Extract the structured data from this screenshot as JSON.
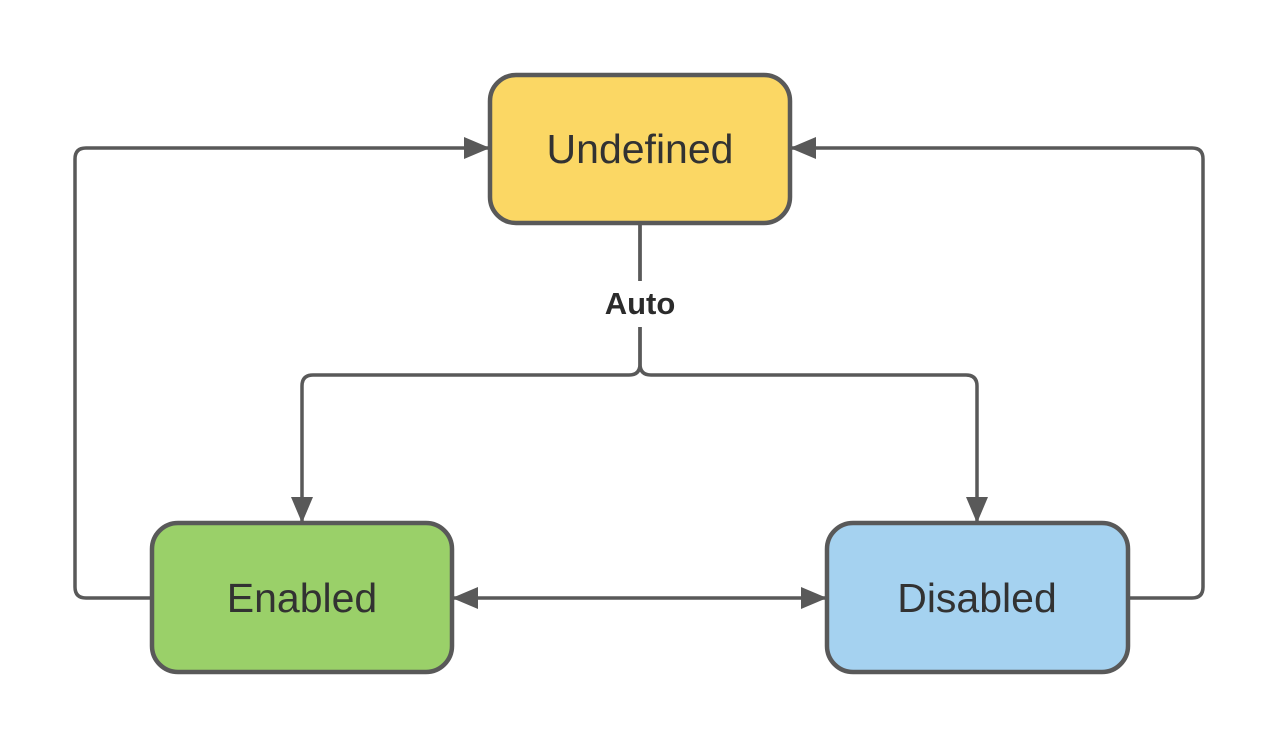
{
  "diagram": {
    "type": "state-diagram",
    "background_color": "#ffffff",
    "connector_color": "#595959",
    "label_text_color": "#323232",
    "auto_label": "Auto",
    "nodes": {
      "undefined": {
        "label": "Undefined",
        "fill": "#FBD764",
        "position": "top-center"
      },
      "enabled": {
        "label": "Enabled",
        "fill": "#9AD069",
        "position": "bottom-left"
      },
      "disabled": {
        "label": "Disabled",
        "fill": "#A5D2F0",
        "position": "bottom-right"
      }
    },
    "edges": [
      {
        "from": "Undefined",
        "to": "Enabled",
        "label": "Auto",
        "style": "fork-branch"
      },
      {
        "from": "Undefined",
        "to": "Disabled",
        "label": "Auto",
        "style": "fork-branch"
      },
      {
        "from": "Enabled",
        "to": "Undefined",
        "label": "",
        "style": "left-loop"
      },
      {
        "from": "Disabled",
        "to": "Undefined",
        "label": "",
        "style": "right-loop"
      },
      {
        "from": "Enabled",
        "to": "Disabled",
        "label": "",
        "style": "bidirectional"
      }
    ]
  }
}
